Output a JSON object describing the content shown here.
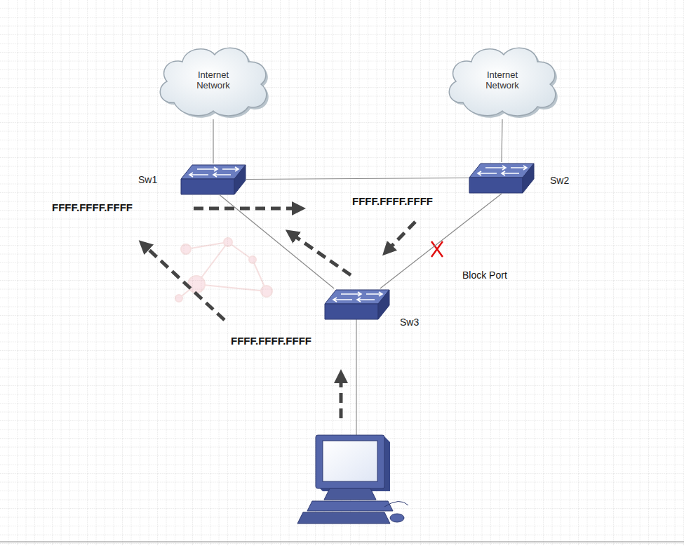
{
  "diagram": {
    "nodes": [
      {
        "text": [
          "Internet Network"
        ]
      },
      {
        "text": [
          "Internet Network"
        ]
      },
      {
        "text": [
          "Sw1"
        ]
      },
      {
        "text": [
          "Sw2"
        ]
      },
      {
        "text": [
          "Sw3"
        ]
      }
    ],
    "edges": [
      {
        "from": 0,
        "to": 2,
        "arrow": "none"
      },
      {
        "from": 1,
        "to": 3,
        "arrow": "none"
      },
      {
        "from": 2,
        "to": 3,
        "arrow": "none"
      },
      {
        "from": 2,
        "to": 4,
        "arrow": "none"
      },
      {
        "from": 3,
        "to": 4,
        "arrow": "none"
      }
    ],
    "labels": [
      "FFFF.FFFF.FFFF",
      "FFFF.FFFF.FFFF",
      "FFFF.FFFF.FFFF",
      "Block Port"
    ]
  }
}
